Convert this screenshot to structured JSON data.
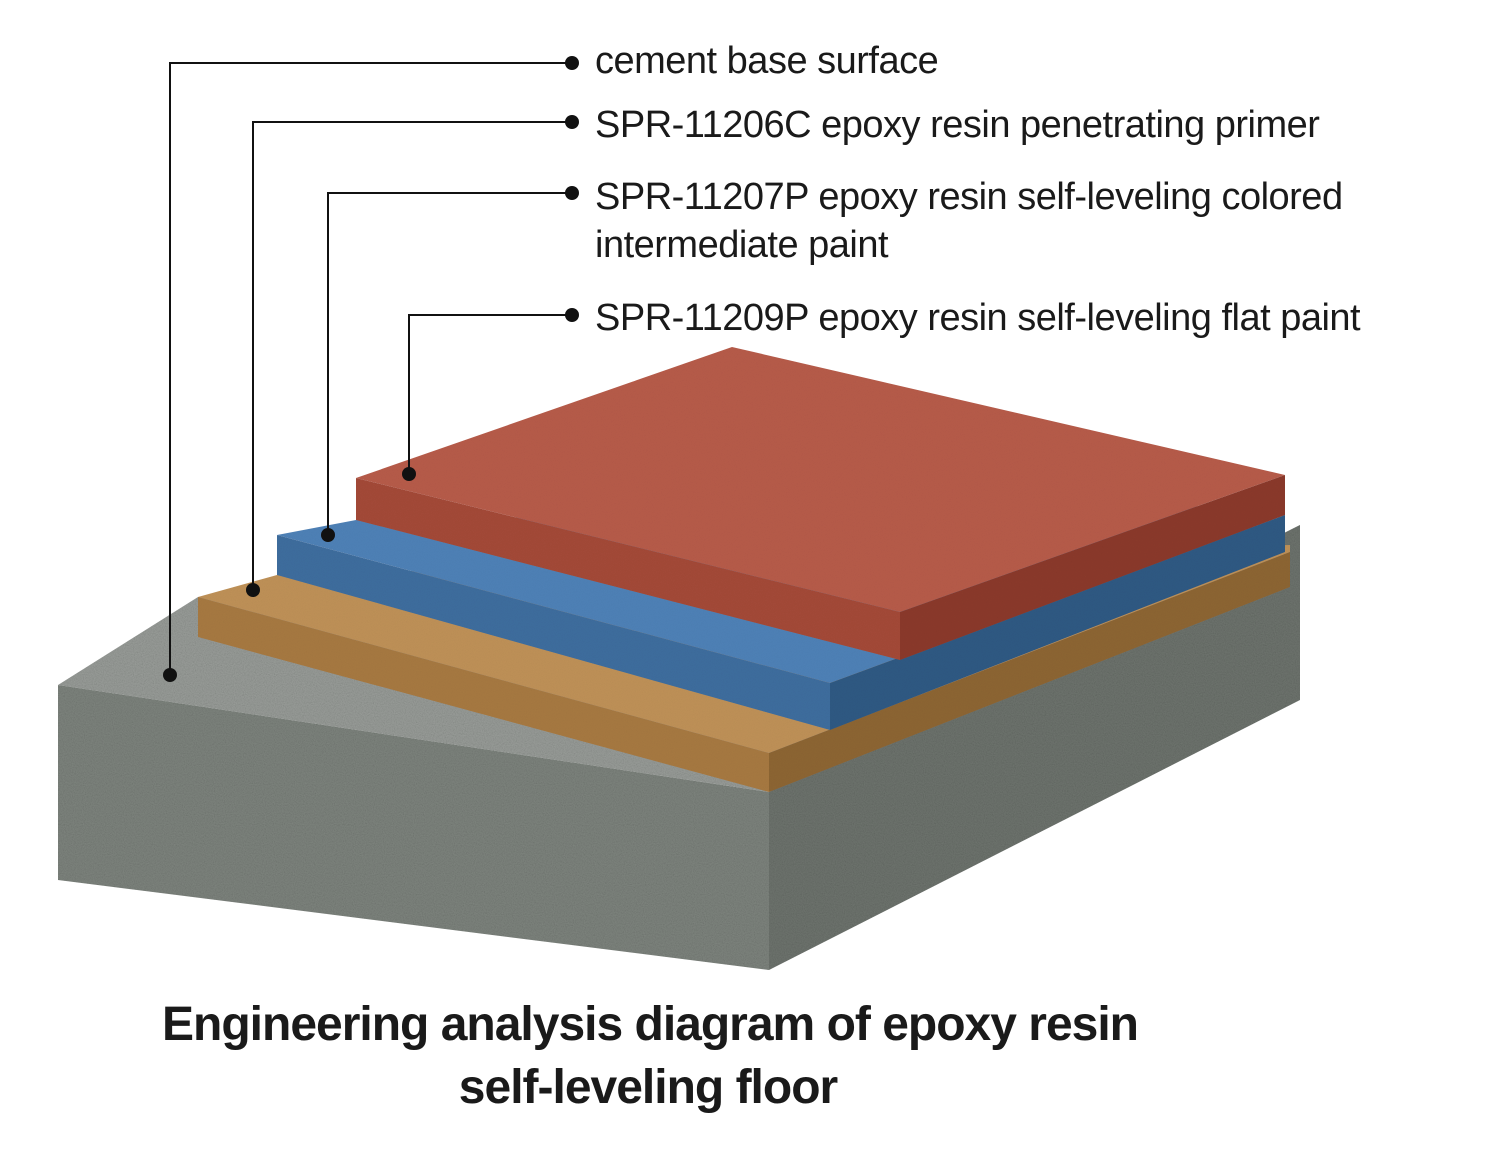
{
  "layers": [
    {
      "id": "cement",
      "label": "cement base surface",
      "label_line2": "",
      "color": "#8a8f8a"
    },
    {
      "id": "primer",
      "label": "SPR-11206C epoxy resin penetrating primer",
      "label_line2": "",
      "color": "#b88a4e"
    },
    {
      "id": "intermediate",
      "label": "SPR-11207P epoxy resin self-leveling colored",
      "label_line2": "intermediate paint",
      "color": "#4a7ab0"
    },
    {
      "id": "flat",
      "label": "SPR-11209P epoxy resin self-leveling flat paint",
      "label_line2": "",
      "color": "#b85a48"
    }
  ],
  "caption": {
    "line1": "Engineering analysis diagram of epoxy resin",
    "line2": "self-leveling floor"
  }
}
